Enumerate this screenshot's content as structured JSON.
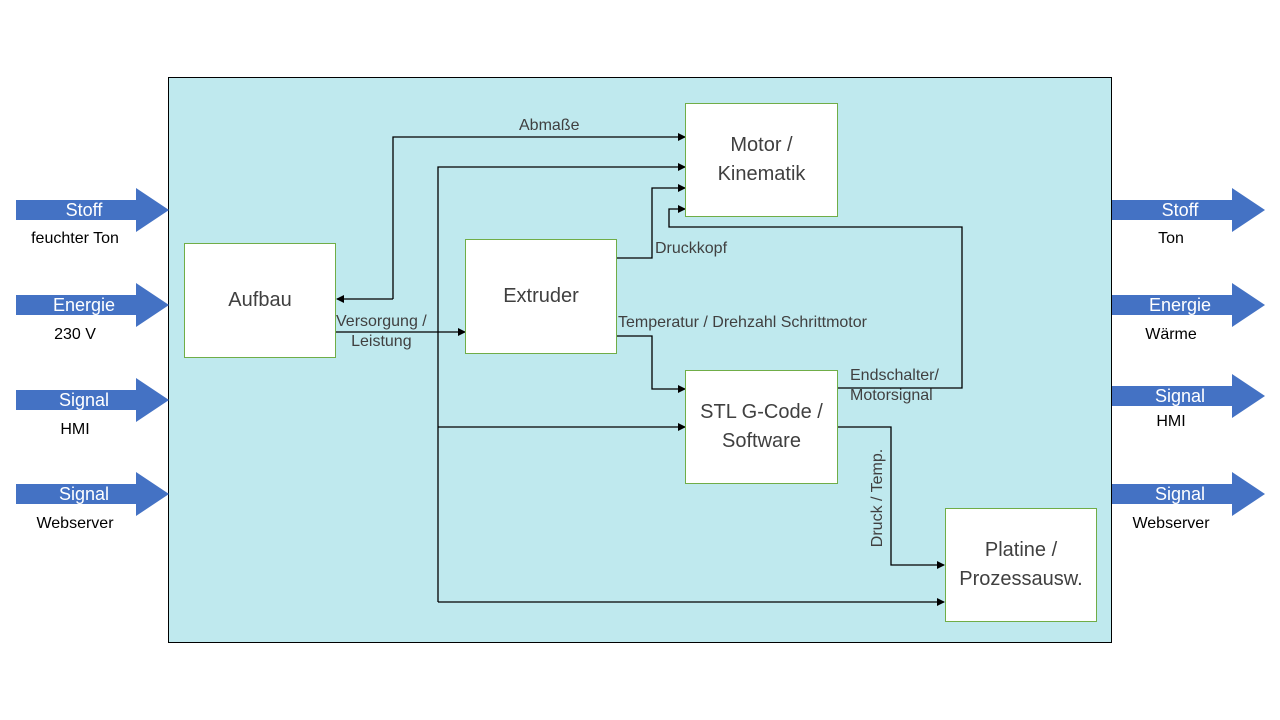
{
  "blocks": {
    "aufbau": "Aufbau",
    "extruder": "Extruder",
    "motor": "Motor /\nKinematik",
    "stl": "STL G-Code /\nSoftware",
    "platine": "Platine /\nProzessausw."
  },
  "labels": {
    "abmasse": "Abmaße",
    "druckkopf": "Druckkopf",
    "versorgung": "Versorgung /\nLeistung",
    "temperatur": "Temperatur / Drehzahl Schrittmotor",
    "endschalter": "Endschalter/\nMotorsignal",
    "druck_temp": "Druck / Temp."
  },
  "inputs": [
    {
      "type": "Stoff",
      "detail": "feuchter Ton"
    },
    {
      "type": "Energie",
      "detail": "230 V"
    },
    {
      "type": "Signal",
      "detail": "HMI"
    },
    {
      "type": "Signal",
      "detail": "Webserver"
    }
  ],
  "outputs": [
    {
      "type": "Stoff",
      "detail": "Ton"
    },
    {
      "type": "Energie",
      "detail": "Wärme"
    },
    {
      "type": "Signal",
      "detail": "HMI"
    },
    {
      "type": "Signal",
      "detail": "Webserver"
    }
  ],
  "colors": {
    "system_fill": "#bfe9ee",
    "arrow_fill": "#4472c4",
    "block_border": "#70ad47"
  }
}
